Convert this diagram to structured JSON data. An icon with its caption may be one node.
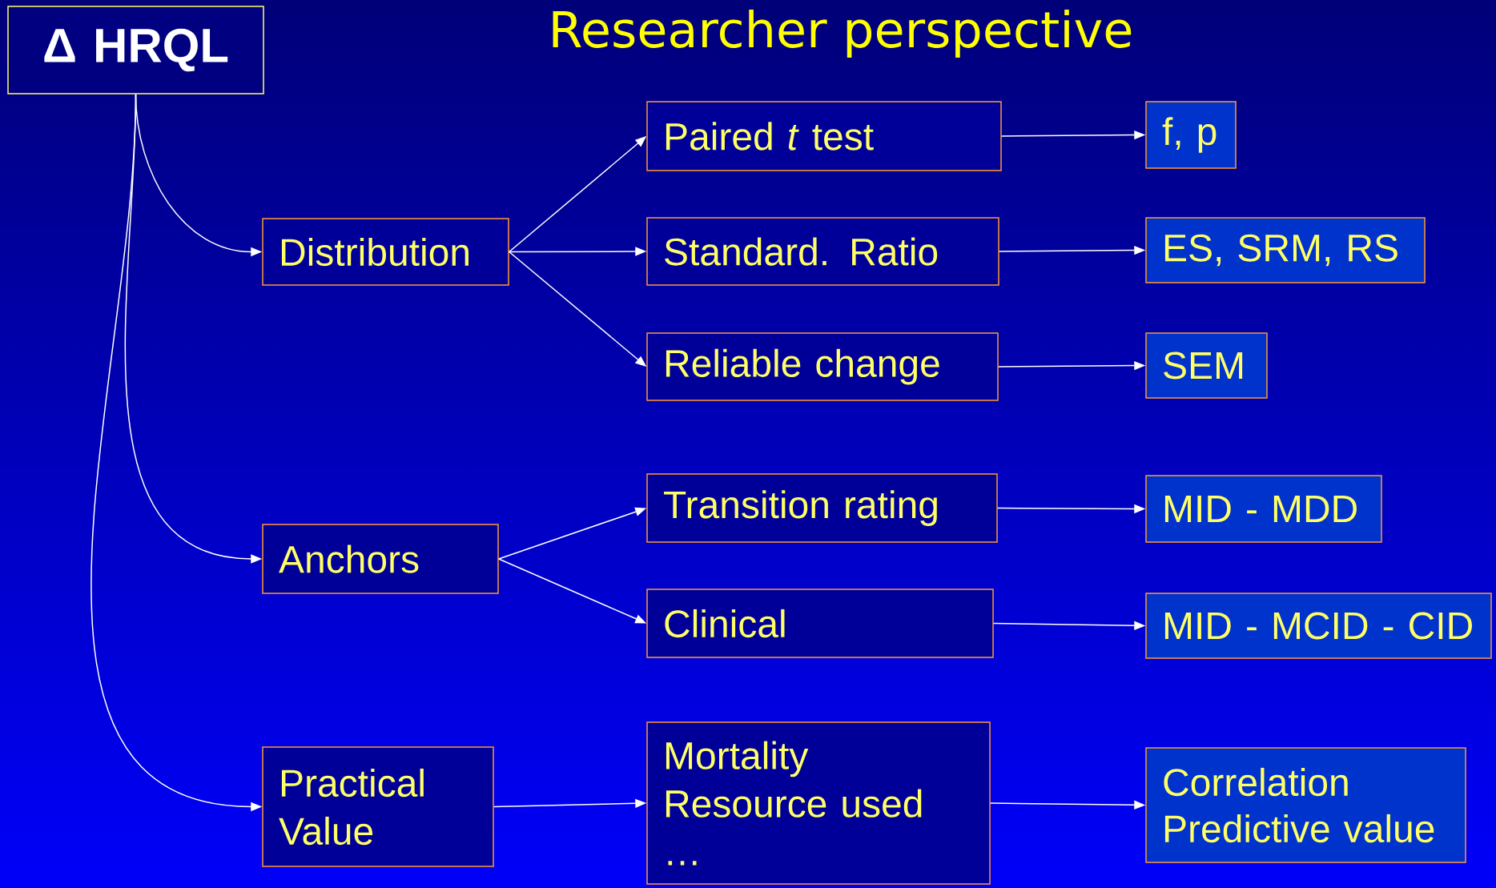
{
  "diagram": {
    "title": "Researcher perspective",
    "nodes": [
      {
        "text": [
          "Δ HRQL"
        ]
      },
      {
        "text": [
          "Distribution"
        ]
      },
      {
        "text": [
          "Paired *t* test"
        ]
      },
      {
        "text": [
          "f, p"
        ]
      },
      {
        "text": [
          "Standard. Ratio"
        ]
      },
      {
        "text": [
          "ES, SRM, RS"
        ]
      },
      {
        "text": [
          "Reliable change"
        ]
      },
      {
        "text": [
          "SEM"
        ]
      },
      {
        "text": [
          "Anchors"
        ]
      },
      {
        "text": [
          "Transition rating"
        ]
      },
      {
        "text": [
          "MID - MDD"
        ]
      },
      {
        "text": [
          "Clinical"
        ]
      },
      {
        "text": [
          "MID - MCID - CID"
        ]
      },
      {
        "text": [
          "Practical Value"
        ]
      },
      {
        "text": [
          "Mortality Resource used …"
        ]
      },
      {
        "text": [
          "Correlation Predictive value"
        ]
      }
    ],
    "edges": [
      {
        "from": 0,
        "to": 1,
        "arrow": "to"
      },
      {
        "from": 0,
        "to": 8,
        "arrow": "to"
      },
      {
        "from": 0,
        "to": 13,
        "arrow": "to"
      },
      {
        "from": 1,
        "to": 2,
        "arrow": "to"
      },
      {
        "from": 1,
        "to": 4,
        "arrow": "to"
      },
      {
        "from": 1,
        "to": 6,
        "arrow": "to"
      },
      {
        "from": 2,
        "to": 3,
        "arrow": "to"
      },
      {
        "from": 4,
        "to": 5,
        "arrow": "to"
      },
      {
        "from": 6,
        "to": 7,
        "arrow": "to"
      },
      {
        "from": 8,
        "to": 9,
        "arrow": "to"
      },
      {
        "from": 8,
        "to": 11,
        "arrow": "to"
      },
      {
        "from": 9,
        "to": 10,
        "arrow": "to"
      },
      {
        "from": 11,
        "to": 12,
        "arrow": "to"
      },
      {
        "from": 13,
        "to": 14,
        "arrow": "to"
      },
      {
        "from": 14,
        "to": 15,
        "arrow": "to"
      }
    ]
  }
}
